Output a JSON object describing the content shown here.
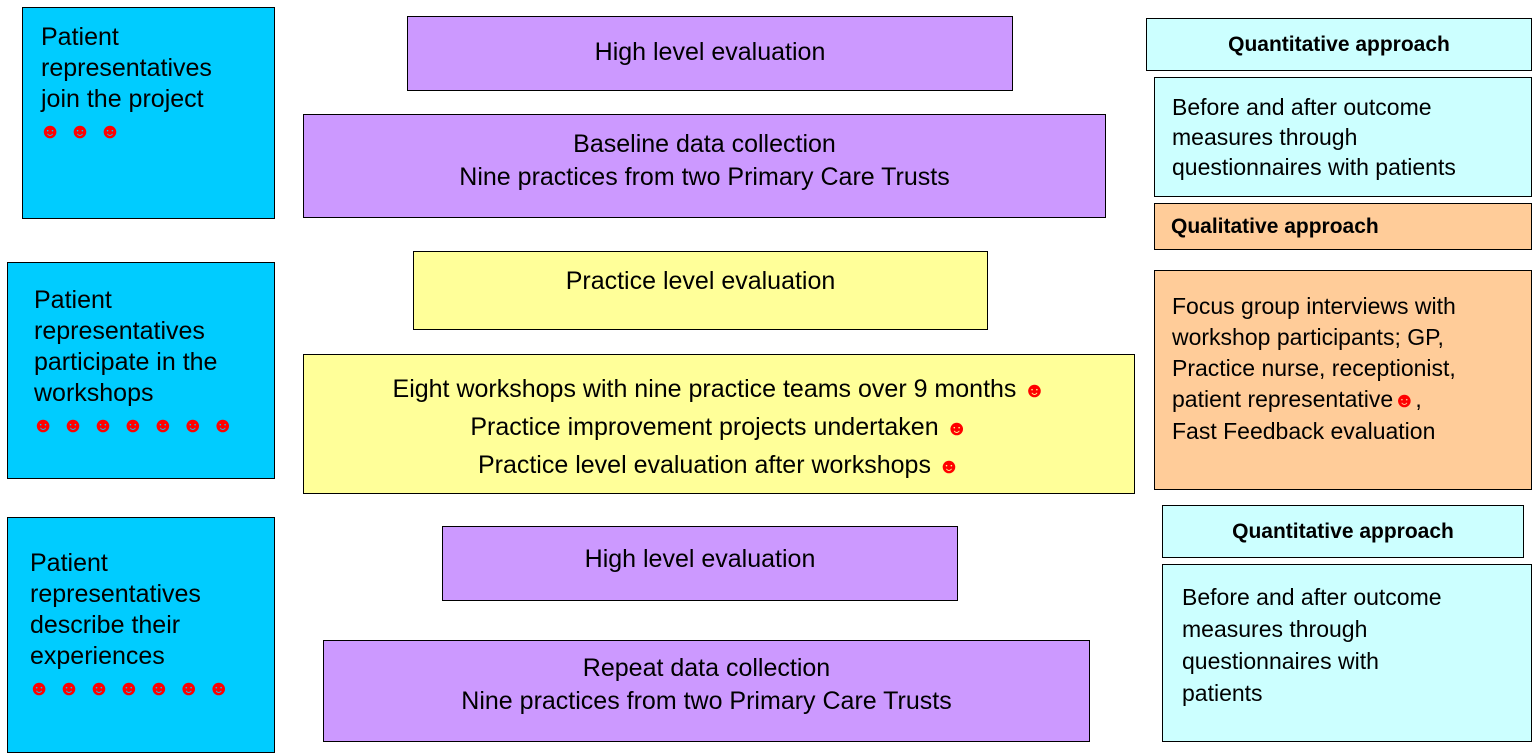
{
  "colors": {
    "patient": "#00ccff",
    "high_level": "#cc99ff",
    "practice": "#ffff99",
    "quantitative": "#ccffff",
    "qualitative": "#ffcc99",
    "smiley": "#ff0000"
  },
  "smiley_icon": "smiley-face-icon",
  "left": {
    "box1": {
      "lines": [
        "Patient",
        "representatives",
        "join the project"
      ],
      "smileys": "☻ ☻ ☻"
    },
    "box2": {
      "lines": [
        "Patient",
        "representatives",
        "participate in the",
        "workshops"
      ],
      "smileys": "☻ ☻ ☻ ☻ ☻ ☻ ☻"
    },
    "box3": {
      "lines": [
        "Patient",
        "representatives",
        "describe their",
        "experiences"
      ],
      "smileys": "☻ ☻ ☻ ☻ ☻ ☻ ☻"
    }
  },
  "center": {
    "high1": "High level evaluation",
    "baseline": [
      "Baseline data collection",
      "Nine practices from two Primary Care Trusts"
    ],
    "practice_eval": "Practice level evaluation",
    "workshops": [
      "Eight workshops with  nine practice teams over 9 months",
      "Practice improvement projects undertaken",
      "Practice level evaluation after workshops"
    ],
    "workshop_smiley": "☻",
    "high2": "High level evaluation",
    "repeat": [
      "Repeat data collection",
      "Nine practices from two Primary Care Trusts"
    ]
  },
  "right": {
    "quant1_title": "Quantitative approach",
    "quant1_body": [
      "Before and after outcome",
      "measures through",
      "questionnaires with patients"
    ],
    "qual_title": "Qualitative approach",
    "qual_body": [
      "Focus group interviews with",
      "workshop participants; GP,",
      "Practice nurse, receptionist,",
      "patient representative",
      "Fast Feedback evaluation"
    ],
    "qual_body_smiley": "☻",
    "qual_body_suffix": ",",
    "quant2_title": "Quantitative approach",
    "quant2_body": [
      "Before and after outcome",
      "measures through",
      "questionnaires with",
      "patients"
    ]
  }
}
